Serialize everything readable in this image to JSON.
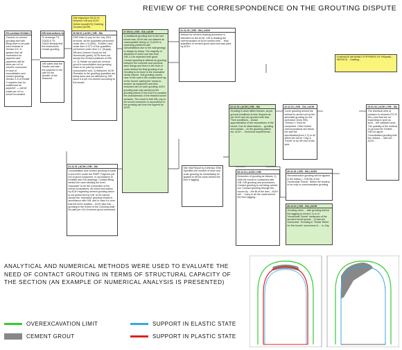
{
  "title": "REVIEW OF THE CORRESPONDENCE ON THE GROUTING DISPUTE",
  "colors": {
    "green_card": "#d8f0c8",
    "yellow_note": "#fbf47a",
    "overexcavation": "#33cc33",
    "grout": "#888888",
    "elastic": "#33a8e8",
    "plastic": "#e02020"
  },
  "notes": {
    "top_yellow": "Site inspection 28.02.01 Between IVB and ACIH Debris found(IVS) Ordering Grouted (ACIH)",
    "mid_yellow": "CHAINAGE MEANING STIFFNESS OF IVB(wall)... SERVICE... Drafting...",
    "bottom_yellow": "Site Visit Report by Defensor ESM Specifies the number of tests and order grouting be immediately be applied to fill the voids behind the liner if lagging."
  },
  "cards": [
    {
      "hdr": "PD-contract Exhibit 2",
      "body": "Clauses on cement grouting and with filling have to be paid extra instead of Section 9.5. In speaks that 'all contractors for payment and payments will be done per m3 of cement consumed.' In case of consolidation and contact grouting Section 1.5 of Exhibit 2 requires that 'no entitlement for payment' — will be made per m3 or tunnel excavated."
    },
    {
      "hdr": "IVB instructions to grouting",
      "body": "To drawings TS-23435 & TS-23434 already that the instructions remain grouting"
    },
    {
      "hdr": "IVB states that the Tender unit rate... the payment in the rate for the 'bundle' of the 'financed'"
    },
    {
      "hdr": "20.08.01 | ACIH | IVB - Sik",
      "body": "ENR letter to pay for the July 2001 invoices, all the quantities performed under item 2.6 (D60) - Exhibit 2 and under item 4.22.2 of the quantities performed under item 2.2. (Supply, RB and Cement Grout) for the Nomenclat (paris). ACIH does not accept the revised positions of IVB, i.e. 1) Hitrate not paid per cement grout in consolidation and grouting holes to be paid by cement consumption and. 2) Wellpoint. ACIH Remarks to the grouting quantities are being done and not affected by IVB since it is per m3 cement according to the tender."
    },
    {
      "hdr": "27.09.01 | IVB - Sik | ACIH",
      "body": "1) Additional grouting due to the lost tunnel was. ACIH has not claimed an unacceptable timing of. 2) ACIH is expecting problems with consolidations due to the wall geology to design by sharp. The majority of situations in some use has from IVB.1.4 its expected with good. Contact grouting is defined as grouting between the concrete and previous: steel linings and there is the bulk of voids behind the final grouting of an Grouting to be done is the excavated cavity volume. Soil grouting comes near to the void in the contact-level lay of the 'tunnel' pairing the 'mean-to-section' as equipment and blue enclosed can on each grouting. ACIH grouting was only carried by the grouting before in the ACIH to consider the characteristic of the finished tunnel surfaces. The result is that IVB, pay to the tunnel measures in accordance to the grouting can from the Agreed by ACIH."
    },
    {
      "hdr": "21.11.01 | ACIH | IVB - Sik",
      "body": "Consolidation and contact grouting is made to the ACIH under the PBPP. Payment per m3 of grout consumed. In accordance to Exhibits and IVB drawings. Contact filling behind the cave blinding the level: 'Important' to be the connection of the tunnel excavations. All mixed and claims by ACIH regarding cement grouting which is not performed by IVB. ACIH cannot accept the 'increased' grouting results in accordance with IVB, and in case it is over that the ACIH position... ACIH also has ... grouting in the extent of the Grouting shall be paid per m3 of cement grout consumed."
    },
    {
      "hdr": "21.11.01 | IVB - Sik | ACIH",
      "body": "Method for cement drawing procedure is indicated on the ACIH. IVB is drawing the overexcavation at ACIH section with ... final quantities of cement grout used and was paid by ACIH."
    },
    {
      "hdr": "22.11.01 | ACIH | IVB - Sik",
      "body": "Grouting is done within tension, as per ground conditions is less frequent as per ACIH and are grouted with that. Then conditions... shown approximately of the excavations of the tunnel. Due to observations ... grouting and contact... on the grouting pattern etc. ACIH ... Technical requirements... ..."
    },
    {
      "hdr": "10.12.01 | IVB - Sik | ACIH",
      "body": "Cover grouting behind the soilmat is carried out by the specialist grouting for the contractor (from IVB) 'Tension 1' must be completed. Other further overexcavations are below the wall the specification(from 1.2) or all within the full for 'Clay & Tunnel' to by the end of the year."
    },
    {
      "hdr": "19.01.02 | ACIH | IVB - Sik",
      "body": "The technical view of pressure is showed (TS 23 MLL) and that are no inspecting to work as such... the sufficient area. The quantity of the method on ground the 'Exhibit'... IVB not agree. Consolidated grouting that the revised ... with the ... ACIH ..."
    },
    {
      "hdr": "26.11.01 | IVB - Sik | ACIH",
      "body": "Reconstruction grouting will be applied in the Italian (...IVB-Sik of the 'Nomenclat Tunnel.' Within the tenders to be only to overexcavation grouting."
    },
    {
      "hdr": "26.12.01 | IVB - Sik | ACIH",
      "body": "Grouting when ... with grouting behind the lagging is correct: 1) in of 'Nomenclat Tunnel' measures of the grouted tunnel grouts... 2) that are connected. 'Grouting in 'Thelta' Relief for 'the tunnel' occurrence in ... in July."
    },
    {
      "hdr": "05.12.01 | ACIH | IVB",
      "body": "Deduction of grouting as follows: 1) With the tunnel is contracted with IVB. IVB grouting and procedures... Contact grouting is not being carried out. Contact grouting through the... occurs by... the fill of the liner... ACIH will ... Carry to all the voids behind the liner lagging..."
    }
  ],
  "bottom_text": "ANALYTICAL AND NUMERICAL METHODS WERE USED TO EVALUATE THE NEED OF CONTACT GROUTING IN TERMS OF STRUCTURAL CAPACITY OF THE SECTION (AN EXAMPLE OF NUMERICAL ANALYSIS IS PRESENTED)",
  "legend": [
    {
      "label": "OVEREXCAVATION LIMIT",
      "kind": "line",
      "color": "#33cc33"
    },
    {
      "label": "SUPPORT IN ELASTIC STATE",
      "kind": "line",
      "color": "#33a8e8"
    },
    {
      "label": "CEMENT GROUT",
      "kind": "box",
      "color": "#888888"
    },
    {
      "label": "SUPPORT IN PLASTIC STATE",
      "kind": "line",
      "color": "#e02020"
    }
  ]
}
